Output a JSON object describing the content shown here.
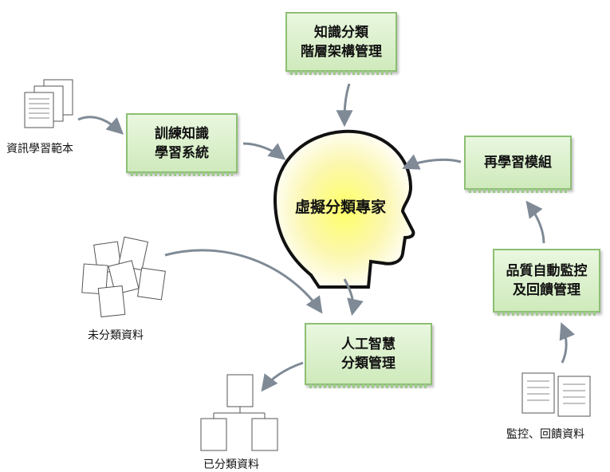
{
  "center": "虛擬分類專家",
  "boxes": {
    "knowledge_hierarchy": [
      "知識分類",
      "階層架構管理"
    ],
    "training_system": [
      "訓練知識",
      "學習系統"
    ],
    "relearn_module": [
      "再學習模組"
    ],
    "quality_monitor": [
      "品質自動監控",
      "及回饋管理"
    ],
    "ai_classify": [
      "人工智慧",
      "分類管理"
    ]
  },
  "labels": {
    "learning_samples": "資訊學習範本",
    "unclassified": "未分類資料",
    "classified": "已分類資料",
    "monitor_feedback": "監控、回饋資料"
  }
}
